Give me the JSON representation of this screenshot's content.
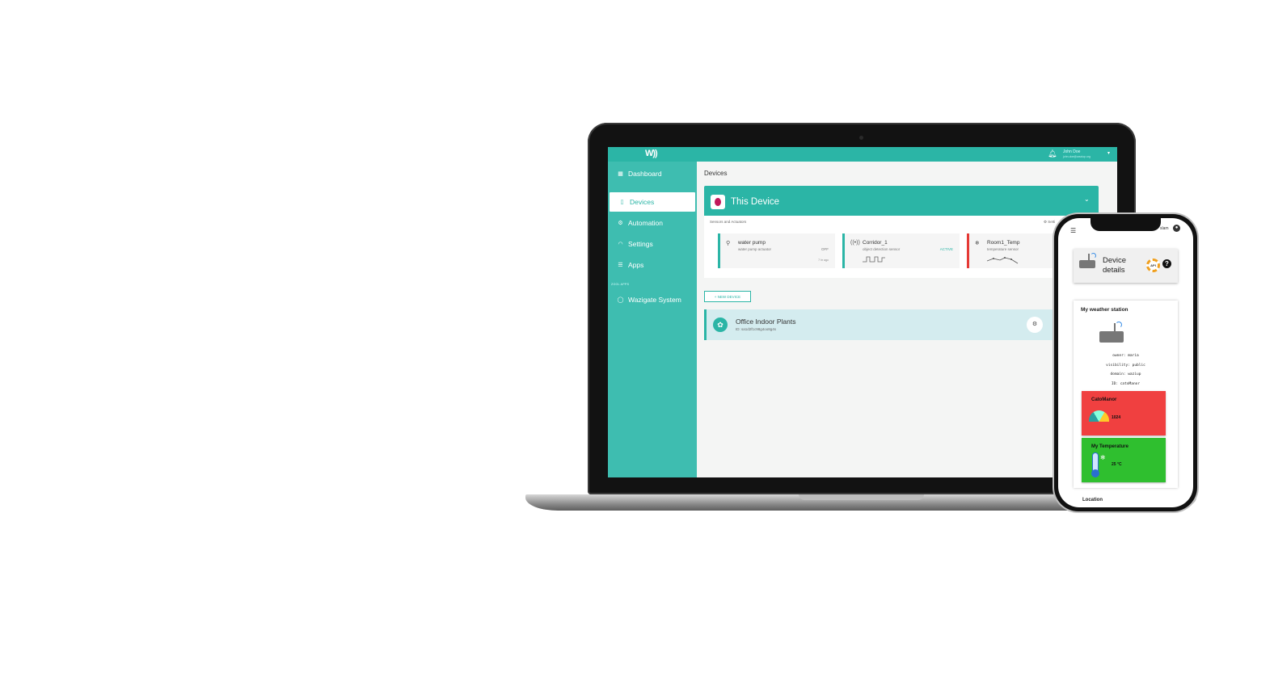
{
  "laptop": {
    "logo": "W))",
    "user": {
      "name": "John Doe",
      "email": "john.doe@waziup.org"
    },
    "sidebar": {
      "items": [
        {
          "label": "Dashboard",
          "icon": "dashboard-icon",
          "glyph": "▦"
        },
        {
          "label": "Devices",
          "icon": "device-icon",
          "glyph": "▯",
          "active": true
        },
        {
          "label": "Automation",
          "icon": "automation-icon",
          "glyph": "⚙"
        },
        {
          "label": "Settings",
          "icon": "wifi-icon",
          "glyph": "◠"
        },
        {
          "label": "Apps",
          "icon": "apps-icon",
          "glyph": "☰"
        }
      ],
      "section_label": "ZOOL APPS",
      "system_item": {
        "label": "Wazigate System",
        "icon": "chat-icon",
        "glyph": "◯"
      }
    },
    "main": {
      "page_title": "Devices",
      "this_device": {
        "title": "This Device",
        "caret": "⌄"
      },
      "panel_label": "Sensors and Actuators",
      "settings_label": "Setti",
      "cards": [
        {
          "name": "water pump",
          "sub": "water pump actuator",
          "status": "OFF",
          "time": "7 hr ago",
          "icon": "sprinkler-icon",
          "accent": "#2bb5a6"
        },
        {
          "name": "Corridor_1",
          "sub": "object detection sensor",
          "status": "ACTIVE",
          "time": "",
          "icon": "signal-icon",
          "accent": "#2bb5a6"
        },
        {
          "name": "Room1_Temp",
          "sub": "temperature sensor",
          "status": "",
          "time": "",
          "icon": "snowflake-icon",
          "accent": "#e53935"
        }
      ],
      "new_device": "+ NEW DEVICE",
      "office": {
        "name": "Office Indoor Plants",
        "id": "ID: sa1d2f1c98g4oo8g4s"
      }
    }
  },
  "phone": {
    "user_label": "slam",
    "header_title": "Device details",
    "api_label": "API",
    "help": "?",
    "station_title": "My weather station",
    "meta": [
      "owner: maria",
      "visibility: public",
      "domain: waziup",
      "ID: catoManor"
    ],
    "tiles": [
      {
        "name": "CatoManor",
        "value": "1024",
        "color": "#f04040"
      },
      {
        "name": "My Temperature",
        "value": "25 °C",
        "color": "#2fbf2f"
      }
    ],
    "location_label": "Location"
  },
  "colors": {
    "accent": "#2bb5a6",
    "sidebar": "#3ebdb0"
  }
}
